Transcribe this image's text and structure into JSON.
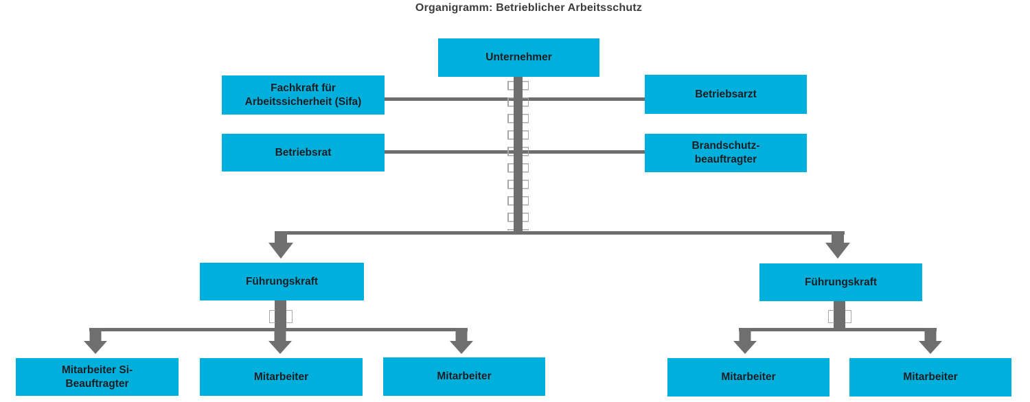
{
  "title": "Organigramm: Betrieblicher Arbeitsschutz",
  "nodes": {
    "unternehmer": "Unternehmer",
    "sifa": "Fachkraft für\nArbeitssicherheit (Sifa)",
    "betriebsarzt": "Betriebsarzt",
    "betriebsrat": "Betriebsrat",
    "brandschutz": "Brandschutz-\nbeauftragter",
    "fuehrungskraft_links": "Führungskraft",
    "fuehrungskraft_rechts": "Führungskraft",
    "mitarbeiter_si": "Mitarbeiter Si-\nBeauftragter",
    "mitarbeiter_links_1": "Mitarbeiter",
    "mitarbeiter_links_2": "Mitarbeiter",
    "mitarbeiter_rechts_1": "Mitarbeiter",
    "mitarbeiter_rechts_2": "Mitarbeiter"
  },
  "colors": {
    "box_fill": "#00b0dc",
    "box_text": "#1c1e24",
    "title_text": "#3c3c3c",
    "connector": "#6e6e6e",
    "tick": "#a6a6a6",
    "background": "#ffffff"
  }
}
